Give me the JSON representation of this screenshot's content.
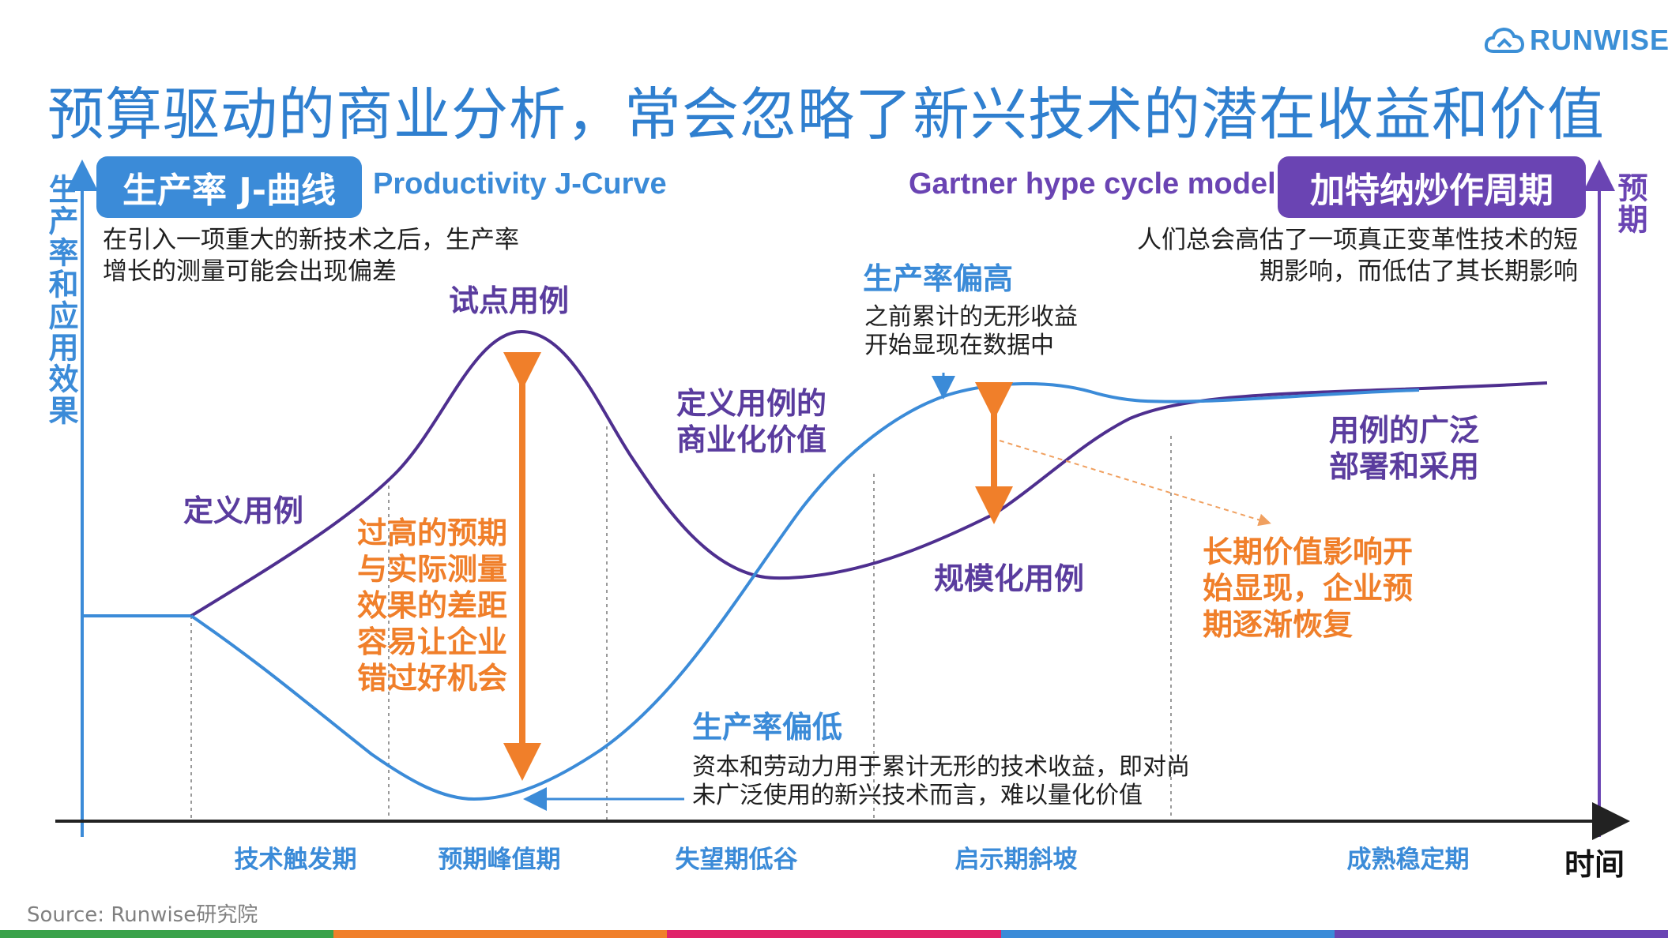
{
  "brand": {
    "name": "RUNWISE"
  },
  "title": "预算驱动的商业分析，常会忽略了新兴技术的潜在收益和价值",
  "left_model": {
    "pill": "生产率 J-曲线",
    "english": "Productivity J-Curve",
    "desc_line1": "在引入一项重大的新技术之后，生产率",
    "desc_line2": "增长的测量可能会出现偏差"
  },
  "right_model": {
    "pill": "加特纳炒作周期",
    "english": "Gartner hype cycle model",
    "desc_line1": "人们总会高估了一项真正变革性技术的短",
    "desc_line2": "期影响，而低估了其长期影响"
  },
  "axes": {
    "y_left": "生产率和应用效果",
    "y_right": "预期",
    "x": "时间"
  },
  "labels": {
    "define_use_case": "定义用例",
    "pilot_use_case": "试点用例",
    "gap_lines": [
      "过高的预期",
      "与实际测量",
      "效果的差距",
      "容易让企业",
      "错过好机会"
    ],
    "commercial_value_line1": "定义用例的",
    "commercial_value_line2": "商业化价值",
    "productivity_high": "生产率偏高",
    "productivity_high_desc1": "之前累计的无形收益",
    "productivity_high_desc2": "开始显现在数据中",
    "scale_use_case": "规模化用例",
    "broad_adoption_line1": "用例的广泛",
    "broad_adoption_line2": "部署和采用",
    "long_term_lines": [
      "长期价值影响开",
      "始显现，企业预",
      "期逐渐恢复"
    ],
    "productivity_low": "生产率偏低",
    "productivity_low_desc1": "资本和劳动力用于累计无形的技术收益，即对尚",
    "productivity_low_desc2": "未广泛使用的新兴技术而言，难以量化价值"
  },
  "phases": [
    "技术触发期",
    "预期峰值期",
    "失望期低谷",
    "启示期斜坡",
    "成熟稳定期"
  ],
  "source": "Source: Runwise研究院",
  "colors": {
    "blue": "#3b8bd8",
    "purple": "#5a3c9e",
    "orange": "#f07f2a",
    "bottom_bar": [
      "#3aa24a",
      "#f07f2a",
      "#e0236a",
      "#3b8bd8",
      "#6a44b3"
    ]
  }
}
